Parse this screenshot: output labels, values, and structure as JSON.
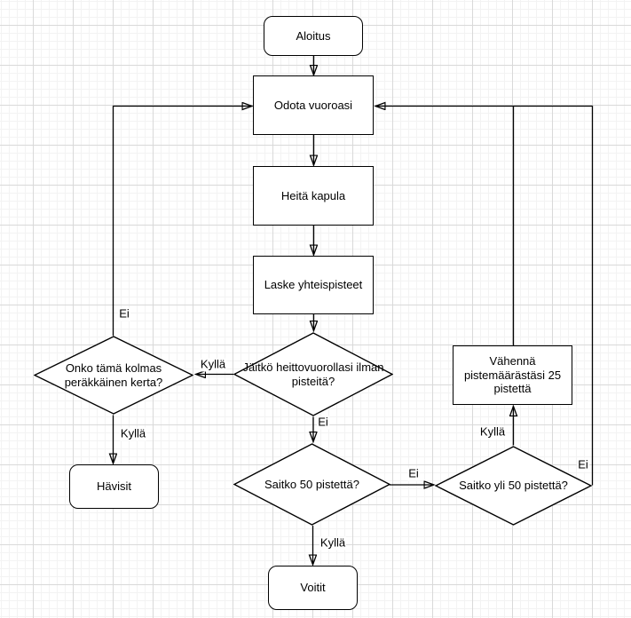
{
  "diagram": {
    "title": "Game flowchart (Finnish)",
    "nodes": {
      "start": {
        "label": "Aloitus"
      },
      "wait_turn": {
        "label": "Odota vuoroasi"
      },
      "throw_pin": {
        "label": "Heitä kapula"
      },
      "count_points": {
        "label": "Laske yhteispisteet"
      },
      "no_points_q": {
        "label": "Jäitkö heittovuorollasi ilman pisteitä?"
      },
      "third_time_q": {
        "label": "Onko tämä kolmas peräkkäinen kerta?"
      },
      "lose": {
        "label": "Hävisit"
      },
      "fifty_q": {
        "label": "Saitko 50 pistettä?"
      },
      "win": {
        "label": "Voitit"
      },
      "over_fifty_q": {
        "label": "Saitko yli 50 pistettä?"
      },
      "subtract": {
        "label": "Vähennä pistemäärästäsi 25 pistettä"
      }
    },
    "edge_labels": {
      "no_points_yes": "Kyllä",
      "no_points_no": "Ei",
      "third_time_no": "Ei",
      "third_time_yes": "Kyllä",
      "fifty_yes": "Kyllä",
      "fifty_no": "Ei",
      "over_fifty_yes": "Kyllä",
      "over_fifty_no": "Ei"
    },
    "colors": {
      "shape_stroke": "#000000",
      "shape_fill": "#ffffff",
      "text": "#000000",
      "grid_minor": "#f3f3f3",
      "grid_major": "#d9d9d9",
      "background": "#ffffff"
    }
  }
}
